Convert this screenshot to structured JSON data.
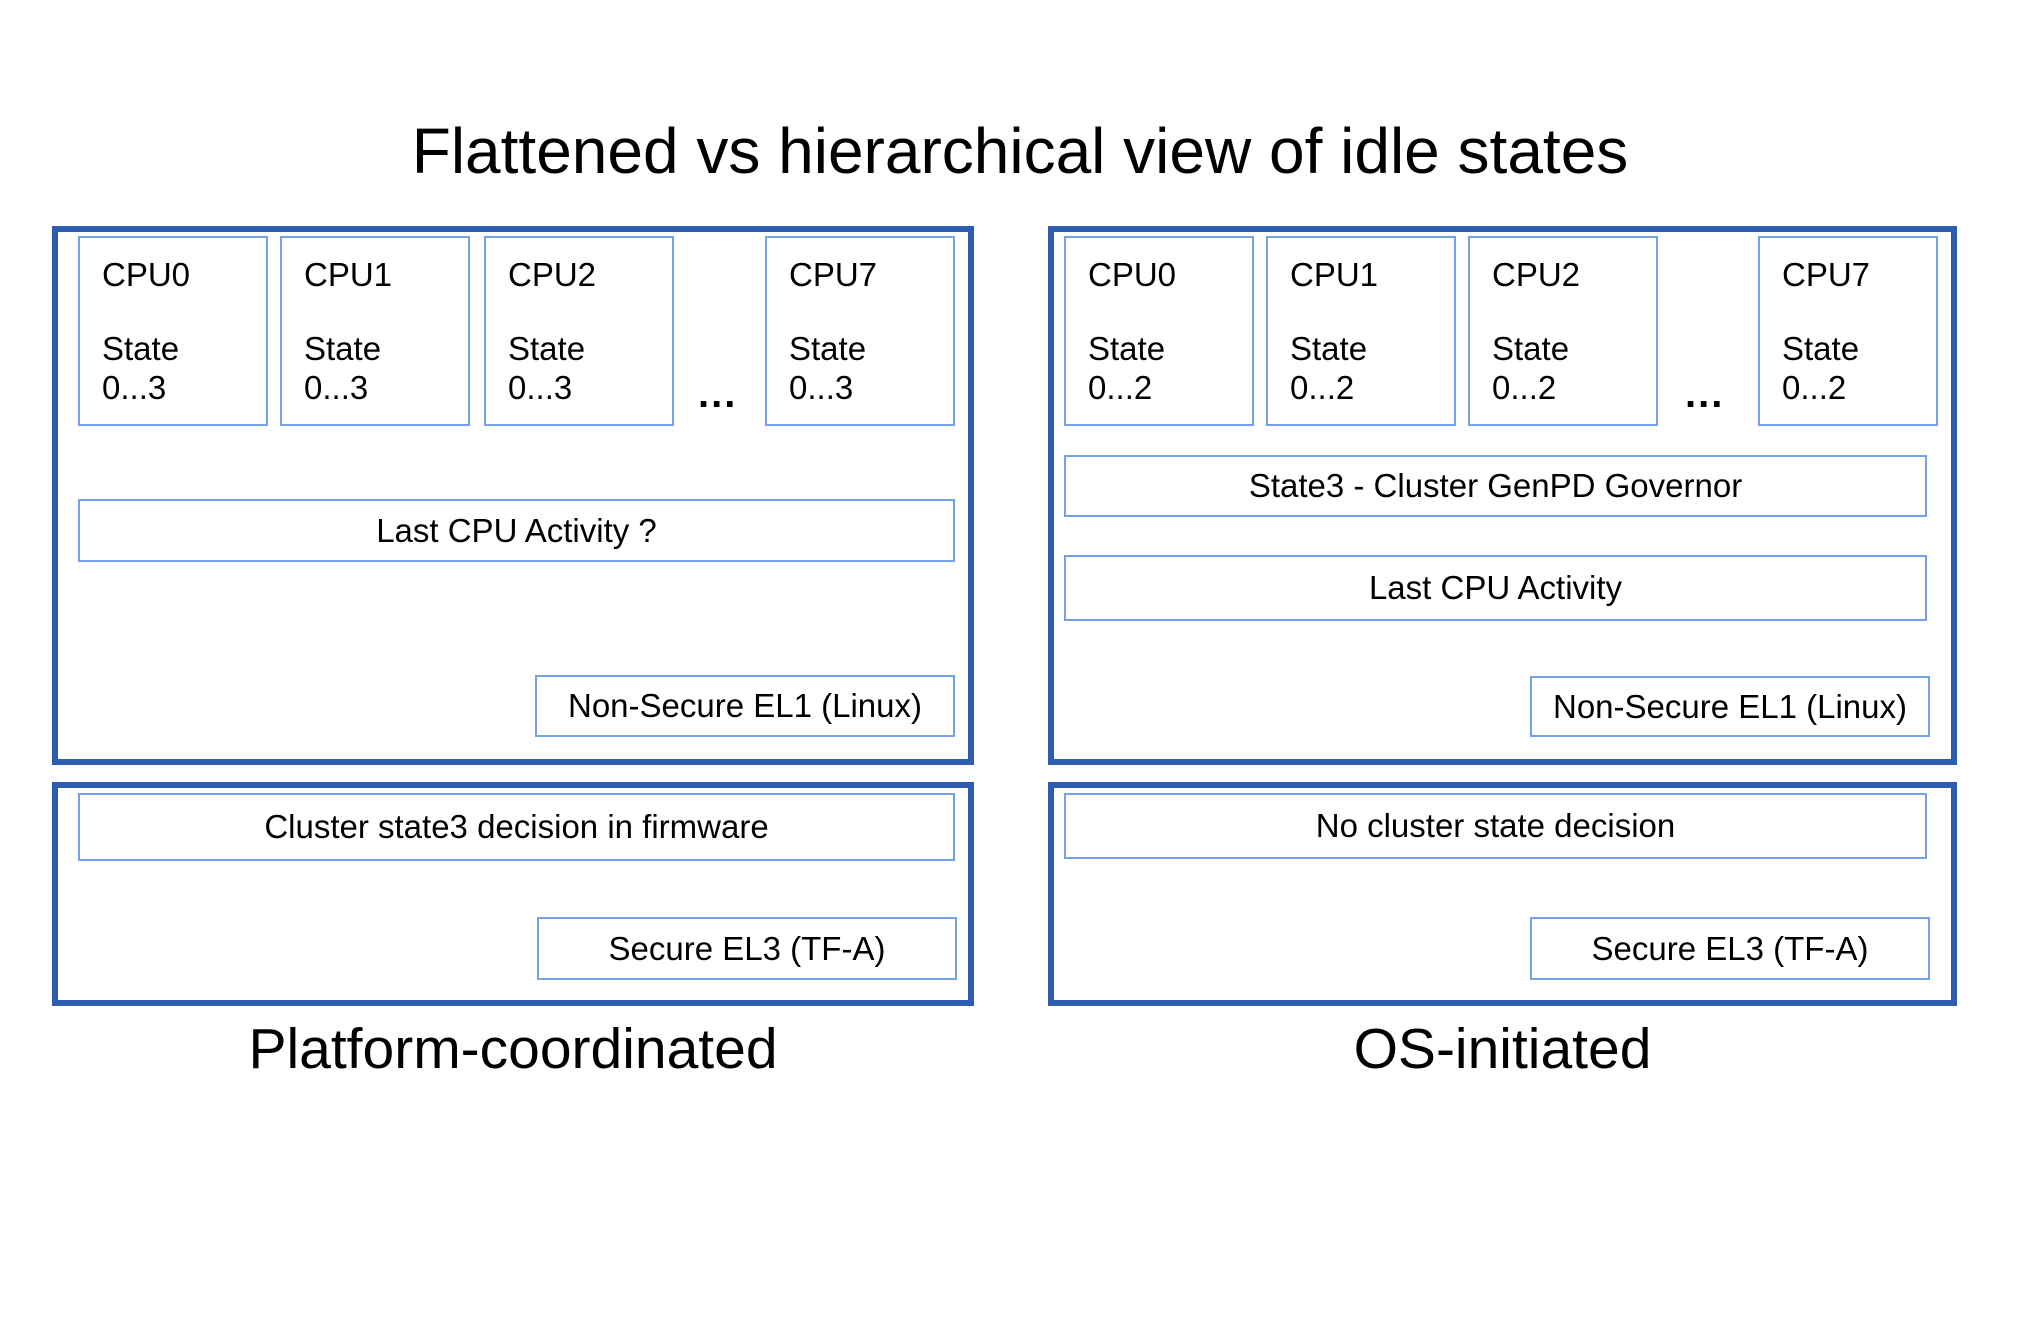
{
  "title": "Flattened vs hierarchical view of idle states",
  "colors": {
    "panel_border": "#2d5db0",
    "box_border": "#75a2e6",
    "text": "#000000",
    "background": "#ffffff"
  },
  "left": {
    "label": "Platform-coordinated",
    "ellipsis": "...",
    "cpus": [
      {
        "name": "CPU0",
        "state": "State",
        "range": "0...3"
      },
      {
        "name": "CPU1",
        "state": "State",
        "range": "0...3"
      },
      {
        "name": "CPU2",
        "state": "State",
        "range": "0...3"
      },
      {
        "name": "CPU7",
        "state": "State",
        "range": "0...3"
      }
    ],
    "activity": "Last CPU Activity ?",
    "el1": "Non-Secure EL1 (Linux)",
    "firmware": {
      "decision": "Cluster state3 decision in firmware",
      "el3": "Secure EL3 (TF-A)"
    }
  },
  "right": {
    "label": "OS-initiated",
    "ellipsis": "...",
    "cpus": [
      {
        "name": "CPU0",
        "state": "State",
        "range": "0...2"
      },
      {
        "name": "CPU1",
        "state": "State",
        "range": "0...2"
      },
      {
        "name": "CPU2",
        "state": "State",
        "range": "0...2"
      },
      {
        "name": "CPU7",
        "state": "State",
        "range": "0...2"
      }
    ],
    "governor": "State3 - Cluster GenPD Governor",
    "activity": "Last CPU Activity",
    "el1": "Non-Secure EL1 (Linux)",
    "firmware": {
      "decision": "No cluster state decision",
      "el3": "Secure EL3 (TF-A)"
    }
  }
}
